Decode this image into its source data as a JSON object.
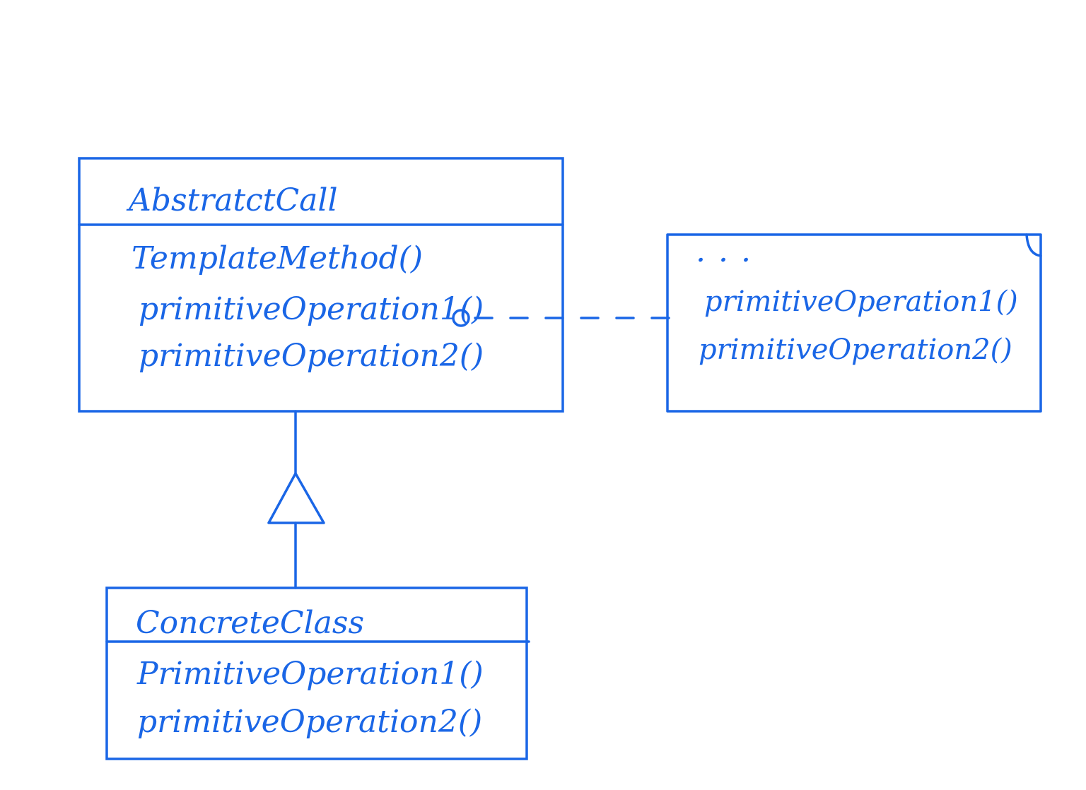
{
  "colors": {
    "ink": "#1a66e6",
    "background": "#ffffff"
  },
  "abstract_class": {
    "name": "AbstratctCall",
    "operations": [
      "TemplateMethod()",
      "primitiveOperation1()",
      "primitiveOperation2()"
    ]
  },
  "note": {
    "ellipsis": "...",
    "lines": [
      "primitiveOperation1()",
      "primitiveOperation2()"
    ]
  },
  "concrete_class": {
    "name": "ConcreteClass",
    "operations": [
      "PrimitiveOperation1()",
      "primitiveOperation2()"
    ]
  }
}
